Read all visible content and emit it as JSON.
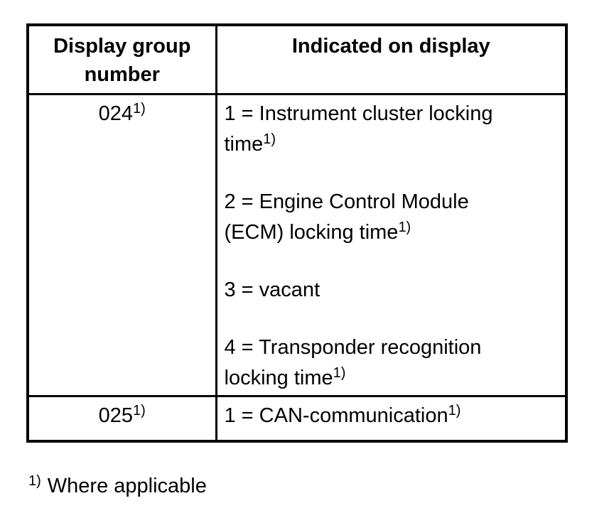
{
  "table": {
    "headers": {
      "col1": "Display group\nnumber",
      "col2": "Indicated on display"
    },
    "rows": [
      {
        "group_number": {
          "base": "024",
          "sup": "1)"
        },
        "items": [
          {
            "text": "1 = Instrument cluster locking\ntime",
            "sup": "1)"
          },
          {
            "text": "2 = Engine Control Module\n(ECM) locking time",
            "sup": "1)"
          },
          {
            "text": "3 = vacant",
            "sup": ""
          },
          {
            "text": "4 = Transponder recognition\nlocking time",
            "sup": "1)"
          }
        ]
      },
      {
        "group_number": {
          "base": "025",
          "sup": "1)"
        },
        "items": [
          {
            "text": "1 = CAN-communication",
            "sup": "1)"
          }
        ]
      }
    ]
  },
  "footnote": {
    "marker": "1)",
    "text": "Where applicable"
  },
  "colors": {
    "background": "#ffffff",
    "text": "#000000",
    "border": "#000000"
  }
}
